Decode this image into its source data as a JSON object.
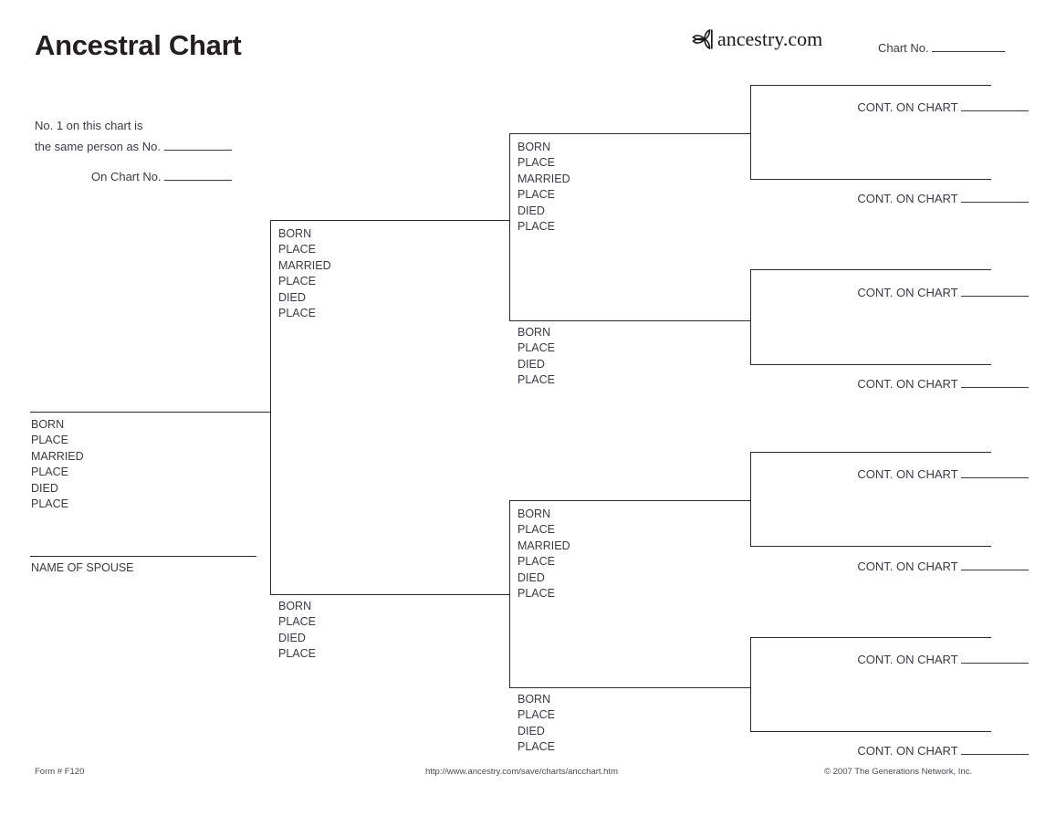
{
  "header": {
    "title": "Ancestral Chart",
    "brand_name": "ancestry.com",
    "brand_icon": "ancestry-leaf-icon",
    "chart_no_label": "Chart No."
  },
  "note": {
    "line1": "No. 1 on this chart is",
    "line2": "the same person as No.",
    "line3": "On Chart No."
  },
  "fields": {
    "born": "BORN",
    "place": "PLACE",
    "married": "MARRIED",
    "died": "DIED"
  },
  "person1": {
    "spouse_label": "NAME OF SPOUSE",
    "lines": [
      "BORN",
      "PLACE",
      "MARRIED",
      "PLACE",
      "DIED",
      "PLACE"
    ]
  },
  "generation2": [
    {
      "role": "father",
      "lines": [
        "BORN",
        "PLACE",
        "MARRIED",
        "PLACE",
        "DIED",
        "PLACE"
      ]
    },
    {
      "role": "mother",
      "lines": [
        "BORN",
        "PLACE",
        "DIED",
        "PLACE"
      ]
    }
  ],
  "generation3": [
    {
      "role": "father",
      "lines": [
        "BORN",
        "PLACE",
        "MARRIED",
        "PLACE",
        "DIED",
        "PLACE"
      ]
    },
    {
      "role": "mother",
      "lines": [
        "BORN",
        "PLACE",
        "DIED",
        "PLACE"
      ]
    },
    {
      "role": "father",
      "lines": [
        "BORN",
        "PLACE",
        "MARRIED",
        "PLACE",
        "DIED",
        "PLACE"
      ]
    },
    {
      "role": "mother",
      "lines": [
        "BORN",
        "PLACE",
        "DIED",
        "PLACE"
      ]
    }
  ],
  "generation4": {
    "cont_label": "CONT. ON CHART",
    "entries": [
      {
        "cont_label": "CONT. ON CHART"
      },
      {
        "cont_label": "CONT. ON CHART"
      },
      {
        "cont_label": "CONT. ON CHART"
      },
      {
        "cont_label": "CONT. ON CHART"
      },
      {
        "cont_label": "CONT. ON CHART"
      },
      {
        "cont_label": "CONT. ON CHART"
      },
      {
        "cont_label": "CONT. ON CHART"
      },
      {
        "cont_label": "CONT. ON CHART"
      }
    ]
  },
  "footer": {
    "form": "Form # F120",
    "url": "http://www.ancestry.com/save/charts/ancchart.htm",
    "copyright": "© 2007 The Generations Network, Inc."
  },
  "colors": {
    "ink": "#3a3a44",
    "title": "#231f20",
    "rule": "#2b2b2b"
  }
}
